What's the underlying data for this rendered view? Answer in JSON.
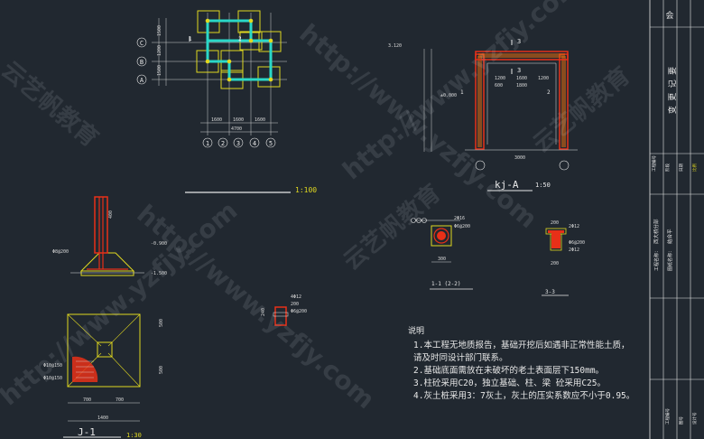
{
  "drawing": {
    "plan_scale": "1:100",
    "frame": {
      "name": "kj-A",
      "scale": "1:50",
      "level_top": "3.120",
      "level_mid": "±0.000",
      "dims": [
        "1200",
        "1600",
        "1200",
        "600",
        "1800",
        "3000"
      ]
    },
    "plan": {
      "axes_x": [
        "1",
        "2",
        "3",
        "4",
        "5"
      ],
      "axes_y": [
        "C",
        "B",
        "A"
      ],
      "dims_bottom": [
        "1600",
        "1600",
        "1600",
        "4700"
      ],
      "dims_left": [
        "1500",
        "1200",
        "1500"
      ]
    },
    "footing": {
      "name": "J-1",
      "scale": "1:30",
      "levels": [
        "-0.900",
        "-1.500"
      ],
      "dims": [
        "700",
        "700",
        "1400",
        "500",
        "400",
        "500"
      ],
      "rebar": [
        "Φ8@200",
        "Φ10@150",
        "Φ10@150"
      ]
    },
    "section_a": {
      "label": "1-1 (2-2)",
      "dims": [
        "300"
      ],
      "rebar": [
        "2Φ16",
        "Φ6@200"
      ]
    },
    "section_b": {
      "label": "3-3",
      "dims": [
        "200",
        "200"
      ],
      "rebar": [
        "2Φ12",
        "Φ6@200",
        "2Φ12"
      ]
    },
    "column": {
      "dims": [
        "200",
        "240"
      ],
      "rebar": [
        "4Φ12",
        "Φ6@200"
      ]
    }
  },
  "notes": {
    "title": "说明",
    "items": [
      "1.本工程无地质报告，基础开挖后如遇非正常性能土质，",
      "   请及时同设计部门联系。",
      "2.基础底面需放在未破坏的老土表面层下150mm。",
      "3.柱砼采用C20，独立基础、柱、梁 砼采用C25。",
      "4.灰土桩采用3：7灰土，灰土的压实系数应不小于0.95。"
    ]
  },
  "title_block": {
    "top_label": "会",
    "change_label": "变 更 记 要",
    "project_label": "工程名称：",
    "project_name": "西大桥分部",
    "drawing_label": "图纸名称：",
    "drawing_name": "结合平",
    "rows": [
      "工程编号",
      "阶段",
      "日期",
      "比例"
    ],
    "bottom_rows": [
      "工程编号",
      "图号",
      "设计号"
    ]
  },
  "watermark": {
    "url": "http://www.yzfjy.com",
    "brand": "云艺帆教育"
  },
  "colors": {
    "background": "#212830",
    "column": "#2ad8c8",
    "footing": "#e0d820",
    "rebar": "#e83018",
    "beam": "#e06a10",
    "line": "#e0e0e0"
  }
}
